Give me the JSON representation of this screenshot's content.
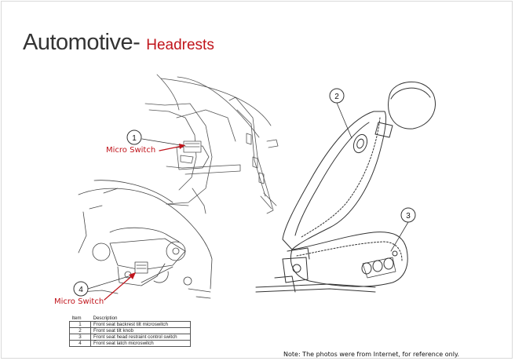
{
  "slide": {
    "title": "Automotive-",
    "subtitle": "Headrests",
    "note": "Note: The photos were from Internet, for reference only."
  },
  "diagram": {
    "callouts": [
      {
        "number": "1"
      },
      {
        "number": "2"
      },
      {
        "number": "3"
      },
      {
        "number": "4"
      }
    ],
    "labels": {
      "micro_switch_top": "Micro Switch",
      "micro_switch_bottom": "Micro Switch"
    },
    "legend": {
      "headers": [
        "Item",
        "Description"
      ],
      "rows": [
        {
          "item": "1",
          "description": "Front seat backrest tilt microswitch"
        },
        {
          "item": "2",
          "description": "Front seat tilt knob"
        },
        {
          "item": "3",
          "description": "Front seat head restraint control switch"
        },
        {
          "item": "4",
          "description": "Front seat latch microswitch"
        }
      ]
    },
    "colors": {
      "accent_red": "#c0141b",
      "line": "#333333",
      "title_gray": "#333333"
    }
  }
}
